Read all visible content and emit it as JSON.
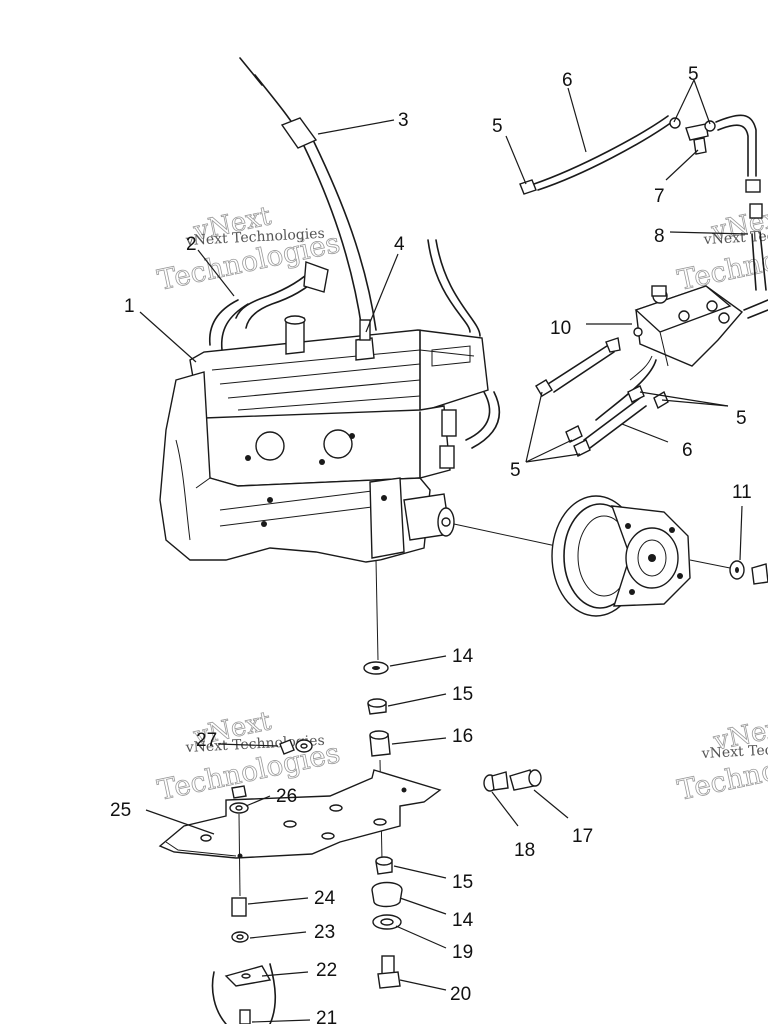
{
  "callouts": {
    "c1": "1",
    "c2": "2",
    "c3": "3",
    "c4": "4",
    "c5a": "5",
    "c5b": "5",
    "c5c": "5",
    "c5d": "5",
    "c6a": "6",
    "c6b": "6",
    "c7": "7",
    "c8": "8",
    "c10": "10",
    "c11": "11",
    "c14a": "14",
    "c14b": "14",
    "c15a": "15",
    "c15b": "15",
    "c16": "16",
    "c17": "17",
    "c18": "18",
    "c19": "19",
    "c20": "20",
    "c21": "21",
    "c22": "22",
    "c23": "23",
    "c24": "24",
    "c25": "25",
    "c26": "26",
    "c27": "27"
  },
  "watermark": {
    "brand_small": "vNext Technologies",
    "brand_line1": "vNext",
    "brand_line2": "Technologies"
  }
}
